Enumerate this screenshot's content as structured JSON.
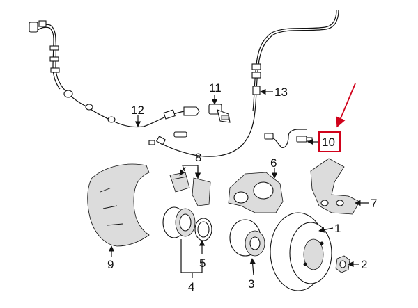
{
  "labels": {
    "p1": "1",
    "p2": "2",
    "p3": "3",
    "p4": "4",
    "p5": "5",
    "p6": "6",
    "p7": "7",
    "p8": "8",
    "p9": "9",
    "p10": "10",
    "p11": "11",
    "p12": "12",
    "p13": "13"
  },
  "highlight": {
    "part": "10",
    "color": "#d0021b"
  }
}
